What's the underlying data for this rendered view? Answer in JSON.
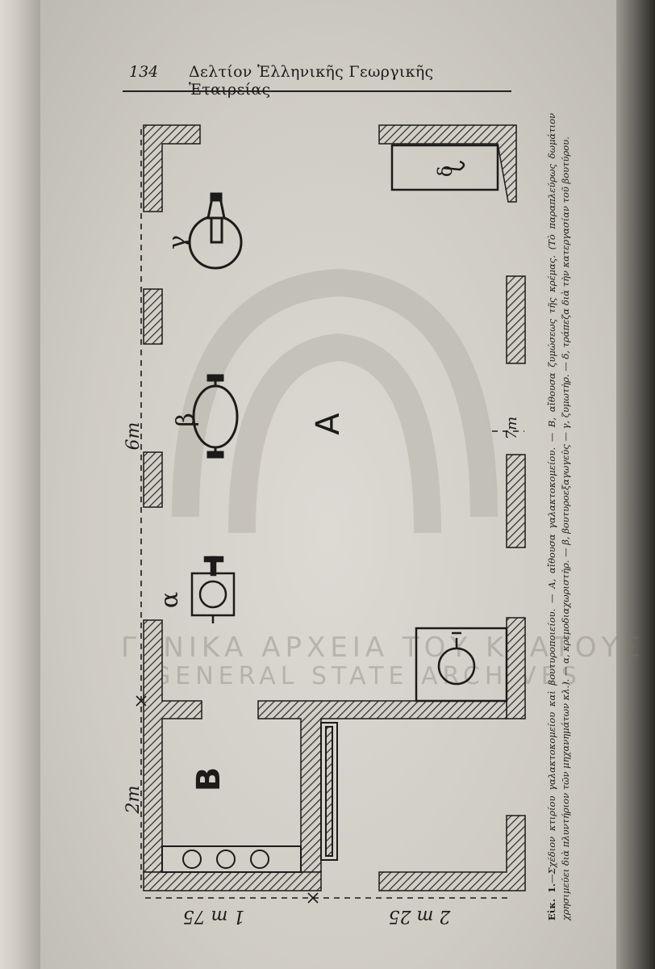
{
  "header": {
    "page_number": "134",
    "running_title": "Δελτίον Ἑλληνικῆς Γεωργικῆς Ἑταιρείας"
  },
  "plan": {
    "room_A": "A",
    "room_B": "B",
    "item_alpha": "α",
    "item_beta": "β",
    "item_gamma": "γ",
    "item_delta": "δ",
    "dim_6m": "6m",
    "dim_7m": "7m",
    "dim_2m": "2m",
    "dim_1m75": "1 m 75",
    "dim_2m25": "2 m 25"
  },
  "caption": {
    "lead": "Εἰκ. 1.",
    "text": "—Σχέδιον κτιρίου γαλακτοκομείου καὶ βουτυροποιείου. — Α, αἴθουσα γαλακτοκομείου. — Β, αἴθουσα ζυμώσεως τῆς κρέμας. (Τὸ παραπλεύρως δωμάτιον χρησιμεύει διὰ πλυντήριον τῶν μηχανημάτων κλ.). — α, κρεμοδιαχωριστὴρ. — β, βουτυροεξαγωγεὺς — γ, ζυμωτὴρ. — δ, τράπεζα διὰ τὴν κατεργασίαν τοῦ βουτύρου."
  },
  "watermark": {
    "line1": "ΓΕΝΙΚΑ ΑΡΧΕΙΑ ΤΟΥ ΚΡΑΤΟΥΣ",
    "line2": "GENERAL STATE ARCHIVES"
  },
  "colors": {
    "paper": "#d6d3cb",
    "ink": "#1c1b19",
    "hatch": "#2a2926"
  }
}
